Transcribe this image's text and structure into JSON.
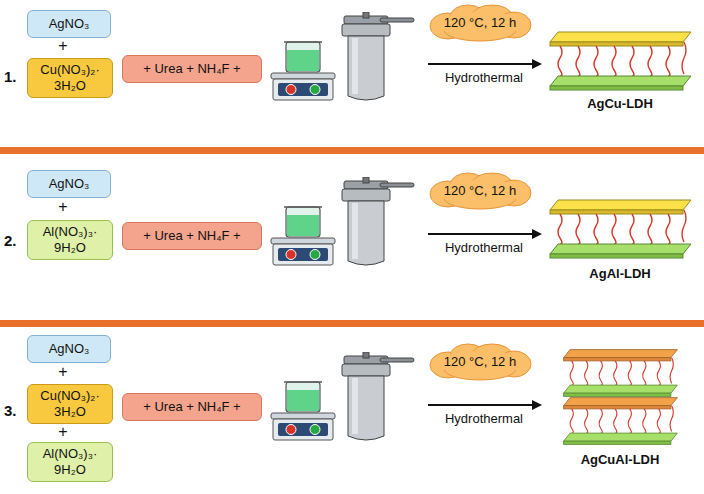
{
  "diagram": {
    "nodes": [
      {
        "text": [
          "AgNO₃"
        ]
      },
      {
        "text": [
          "Cu(NO₃)₂· 3H₂O"
        ]
      },
      {
        "text": [
          "+ Urea + NH₄F +"
        ]
      },
      {
        "text": [
          "120 °C, 12 h"
        ]
      },
      {
        "text": [
          "AgNO₃"
        ]
      },
      {
        "text": [
          "Al(NO₃)₃· 9H₂O"
        ]
      },
      {
        "text": [
          "+ Urea + NH₄F +"
        ]
      },
      {
        "text": [
          "120 °C, 12 h"
        ]
      },
      {
        "text": [
          "AgNO₃"
        ]
      },
      {
        "text": [
          "Cu(NO₃)₂· 3H₂O"
        ]
      },
      {
        "text": [
          "Al(NO₃)₃· 9H₂O"
        ]
      },
      {
        "text": [
          "+ Urea + NH₄F +"
        ]
      },
      {
        "text": [
          "120 °C, 12 h"
        ]
      }
    ],
    "labels": [
      "1.",
      "+",
      "Hydrothermal",
      "AgCu-LDH",
      "2.",
      "+",
      "Hydrothermal",
      "AgAl-LDH",
      "3.",
      "+",
      "+",
      "Hydrothermal",
      "AgCuAl-LDH"
    ]
  }
}
